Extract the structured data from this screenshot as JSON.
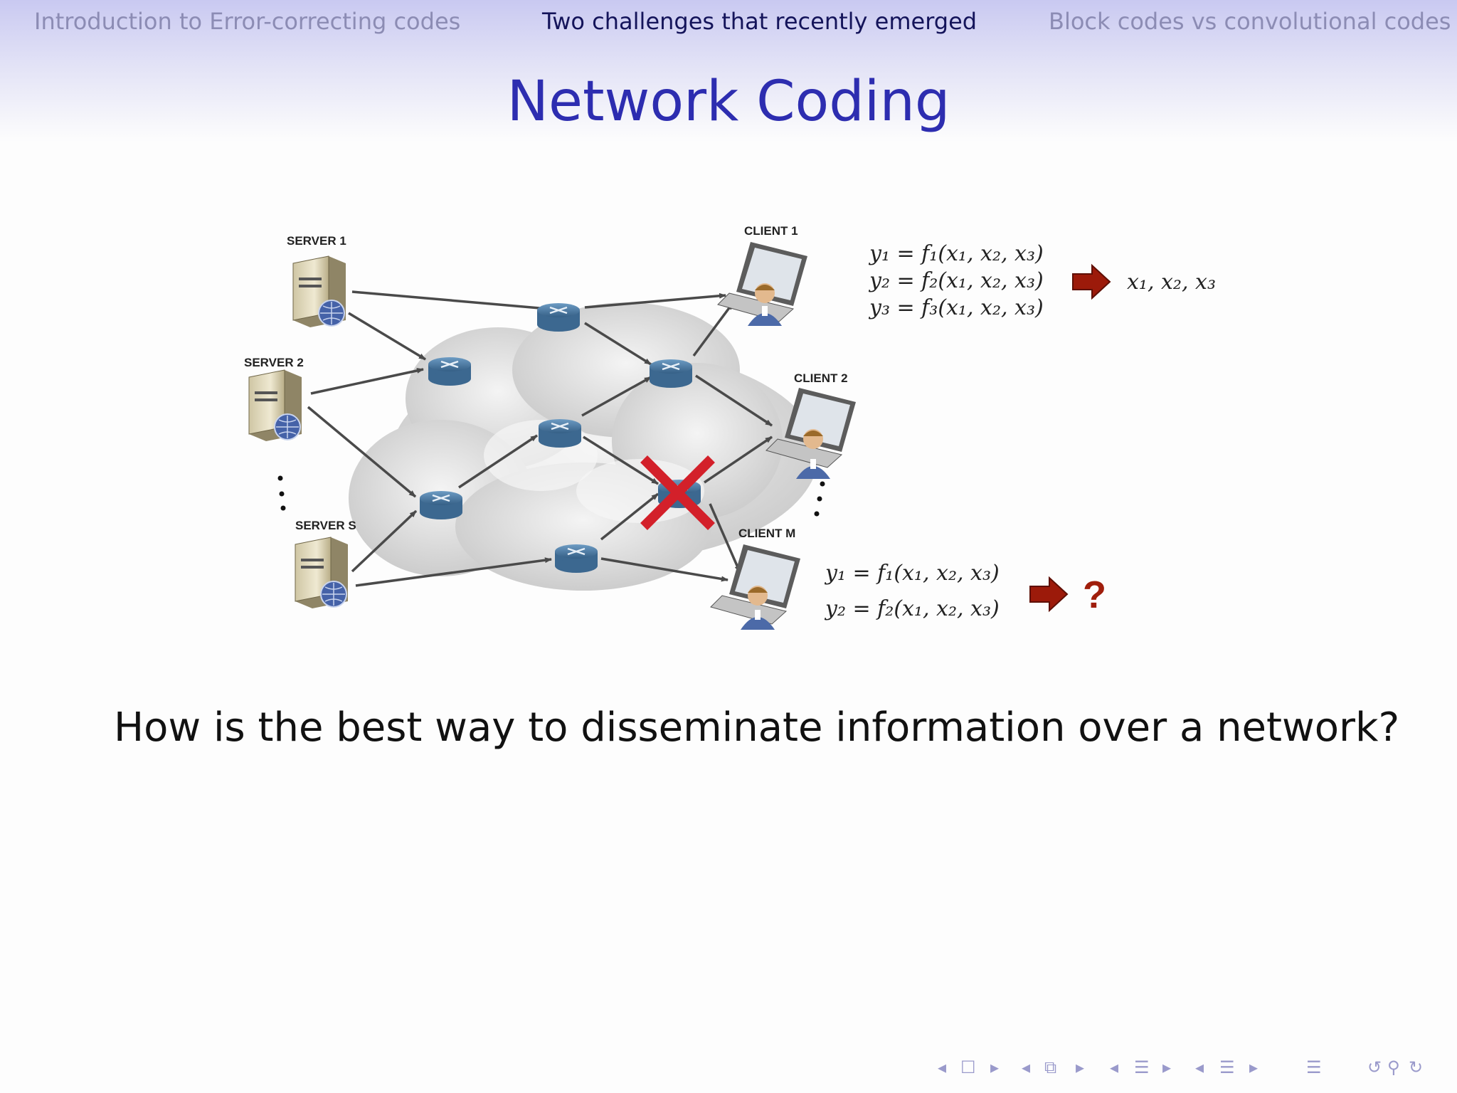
{
  "header": {
    "sections": [
      {
        "label": "Introduction to Error-correcting codes",
        "active": false
      },
      {
        "label": "Two challenges that recently emerged",
        "active": true
      },
      {
        "label": "Block codes vs convolutional codes",
        "active": false
      }
    ]
  },
  "slide": {
    "title": "Network Coding",
    "question": "How is the best way to disseminate information over a network?"
  },
  "diagram": {
    "servers": [
      "SERVER 1",
      "SERVER 2",
      "SERVER S"
    ],
    "clients": [
      "CLIENT 1",
      "CLIENT 2",
      "CLIENT M"
    ],
    "equations_top": [
      "y₁ = f₁(x₁, x₂, x₃)",
      "y₂ = f₂(x₁, x₂, x₃)",
      "y₃ = f₃(x₁, x₂, x₃)"
    ],
    "result_top": "x₁, x₂, x₃",
    "equations_bottom": [
      "y₁ = f₁(x₁, x₂, x₃)",
      "y₂ = f₂(x₁, x₂, x₃)"
    ],
    "result_bottom": "?",
    "colors": {
      "arrow": "#9c1a0a",
      "cross": "#d3202a",
      "router": "#4f7fa6",
      "cloud": "#d6d6d6"
    }
  },
  "footer_nav": {
    "icons": [
      "frame-prev-icon",
      "frame-icon",
      "frame-next-icon",
      "subsection-prev-icon",
      "subsection-icon",
      "subsection-next-icon",
      "section-prev-icon",
      "section-icon",
      "section-next-icon",
      "appendix-icon",
      "back-icon",
      "search-icon",
      "forward-icon"
    ]
  }
}
